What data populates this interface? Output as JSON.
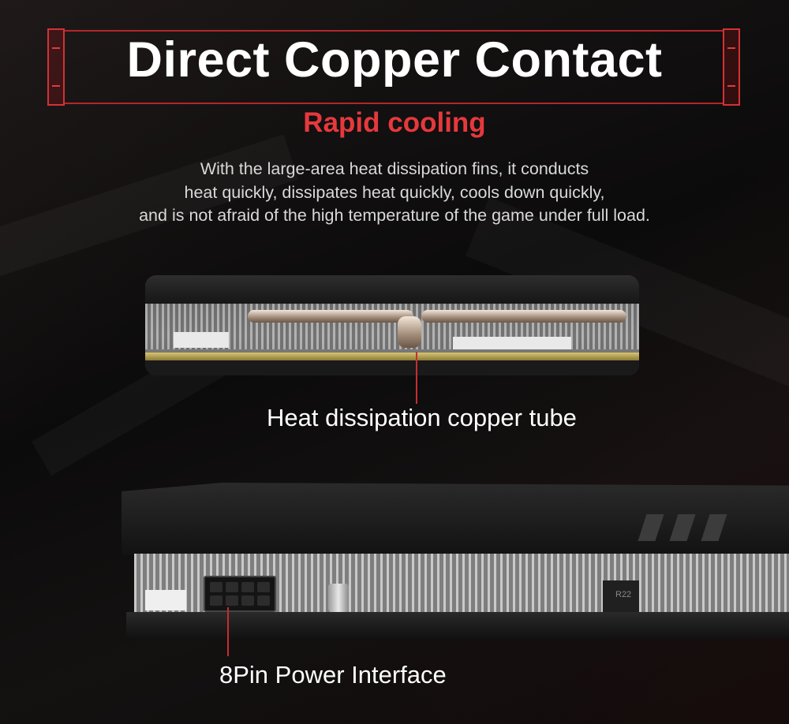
{
  "header": {
    "title": "Direct Copper Contact",
    "subtitle": "Rapid cooling"
  },
  "description": {
    "line1": "With the large-area heat dissipation fins, it conducts",
    "line2": "heat quickly, dissipates heat quickly, cools down quickly,",
    "line3": "and is not afraid of the high temperature of the game under full load."
  },
  "callouts": {
    "copper_tube": "Heat dissipation copper tube",
    "power_interface": "8Pin Power Interface"
  },
  "board_marking": "R22",
  "colors": {
    "accent": "#e5393d",
    "frame": "#b3262b",
    "background": "#0b0a0a",
    "text": "#ffffff"
  }
}
